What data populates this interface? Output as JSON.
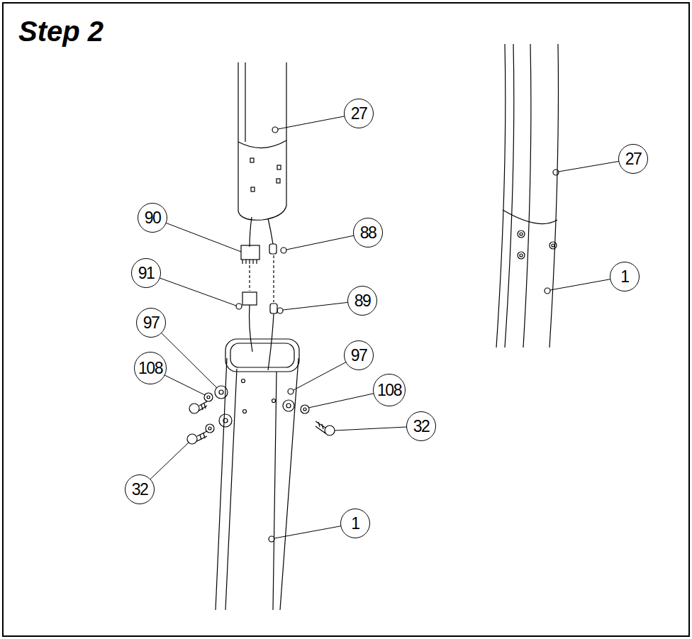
{
  "diagram": {
    "title": "Step 2",
    "nodes": [
      {
        "text": [
          "27"
        ]
      },
      {
        "text": [
          "27"
        ]
      },
      {
        "text": [
          "90"
        ]
      },
      {
        "text": [
          "88"
        ]
      },
      {
        "text": [
          "91"
        ]
      },
      {
        "text": [
          "1"
        ]
      },
      {
        "text": [
          "89"
        ]
      },
      {
        "text": [
          "97"
        ]
      },
      {
        "text": [
          "97"
        ]
      },
      {
        "text": [
          "108"
        ]
      },
      {
        "text": [
          "108"
        ]
      },
      {
        "text": [
          "32"
        ]
      },
      {
        "text": [
          "32"
        ]
      },
      {
        "text": [
          "1"
        ]
      }
    ]
  }
}
